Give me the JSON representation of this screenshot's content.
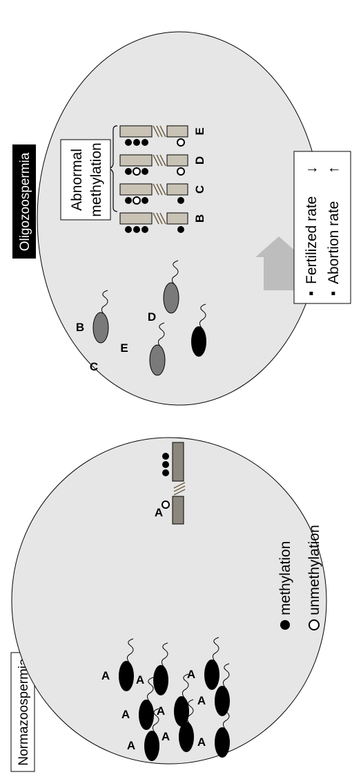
{
  "panels": {
    "normal": {
      "label": "Normazoospermia",
      "sperm_label": "A"
    },
    "oligo": {
      "label": "Oligozoospermia"
    }
  },
  "genes": {
    "normal": {
      "label": "A",
      "left_marks": [
        "unmethylated"
      ],
      "right_marks": [
        "methylated",
        "methylated",
        "methylated"
      ]
    },
    "abnormal": [
      {
        "label": "B",
        "left_marks": [
          "methylated"
        ],
        "right_marks": [
          "methylated",
          "methylated",
          "methylated"
        ]
      },
      {
        "label": "C",
        "left_marks": [
          "methylated"
        ],
        "right_marks": [
          "methylated",
          "unmethylated",
          "methylated"
        ]
      },
      {
        "label": "D",
        "left_marks": [
          "unmethylated"
        ],
        "right_marks": [
          "methylated",
          "unmethylated",
          "methylated"
        ]
      },
      {
        "label": "E",
        "left_marks": [
          "unmethylated"
        ],
        "right_marks": [
          "methylated",
          "methylated",
          "methylated"
        ]
      }
    ]
  },
  "sperm_labels": {
    "B": "B",
    "C": "C",
    "D": "D",
    "E": "E"
  },
  "abnormal_box": {
    "line1": "Abnormal",
    "line2": "methylation"
  },
  "legend": {
    "methylation": "methylation",
    "unmethylation": "unmethylation"
  },
  "outcome": {
    "fertilized": "Fertilized rate",
    "abortion": "Abortion rate",
    "arrow_down": "↓",
    "arrow_up": "↑"
  },
  "colors": {
    "ellipse_fill": "#e6e6e6",
    "gene_box": "#c9c3b6",
    "normal_gene_box": "#8b877c",
    "sperm_black": "#000000",
    "sperm_gray": "#7a7a7a",
    "arrow": "#bdbdbd"
  }
}
